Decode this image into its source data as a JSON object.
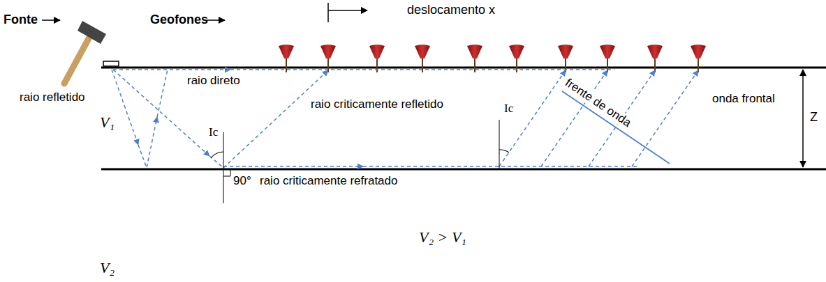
{
  "diagram": {
    "labels": [
      "Fonte",
      "Geofones",
      "deslocamento x",
      "raio direto",
      "raio refletido",
      "Ic",
      "raio criticamente refletido",
      "Ic",
      "frente de onda",
      "onda frontal",
      "Z",
      "V₁",
      "90°",
      "raio criticamente refratado",
      "V₂ > V₁",
      "V₂"
    ]
  }
}
